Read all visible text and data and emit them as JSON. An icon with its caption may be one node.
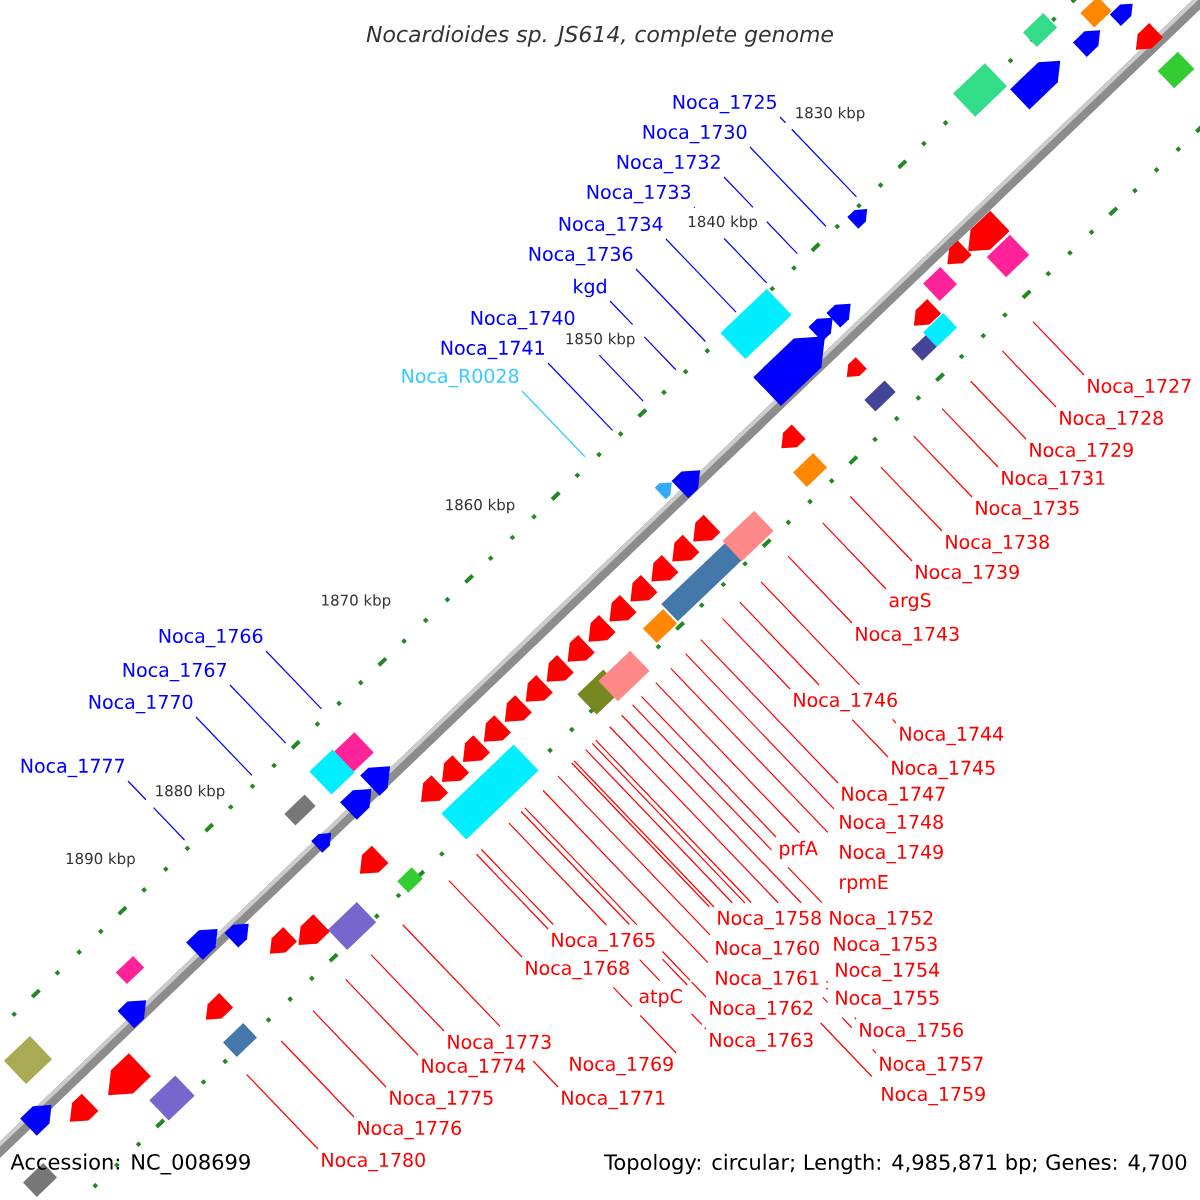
{
  "diagram": {
    "title": "*Nocardioides* sp. JS614, complete genome",
    "nodes": [
      {
        "text": [
          "Noca_1725"
        ]
      },
      {
        "text": [
          "Noca_1730"
        ]
      },
      {
        "text": [
          "Noca_1732"
        ]
      },
      {
        "text": [
          "Noca_1733"
        ]
      },
      {
        "text": [
          "Noca_1734"
        ]
      },
      {
        "text": [
          "Noca_1736"
        ]
      },
      {
        "text": [
          "kgd"
        ]
      },
      {
        "text": [
          "Noca_1740"
        ]
      },
      {
        "text": [
          "Noca_1741"
        ]
      },
      {
        "text": [
          "Noca_R0028"
        ]
      },
      {
        "text": [
          "Noca_1727"
        ]
      },
      {
        "text": [
          "Noca_1728"
        ]
      },
      {
        "text": [
          "Noca_1729"
        ]
      },
      {
        "text": [
          "Noca_1731"
        ]
      },
      {
        "text": [
          "Noca_1735"
        ]
      },
      {
        "text": [
          "Noca_1738"
        ]
      },
      {
        "text": [
          "Noca_1739"
        ]
      },
      {
        "text": [
          "argS"
        ]
      },
      {
        "text": [
          "Noca_1743"
        ]
      },
      {
        "text": [
          "Noca_1766"
        ]
      },
      {
        "text": [
          "Noca_1767"
        ]
      },
      {
        "text": [
          "Noca_1746"
        ]
      },
      {
        "text": [
          "Noca_1770"
        ]
      },
      {
        "text": [
          "Noca_1744"
        ]
      },
      {
        "text": [
          "Noca_1745"
        ]
      },
      {
        "text": [
          "Noca_1777"
        ]
      },
      {
        "text": [
          "Noca_1747"
        ]
      },
      {
        "text": [
          "Noca_1748"
        ]
      },
      {
        "text": [
          "prfA"
        ]
      },
      {
        "text": [
          "Noca_1749"
        ]
      },
      {
        "text": [
          "rpmE"
        ]
      },
      {
        "text": [
          "Noca_1758"
        ]
      },
      {
        "text": [
          "Noca_1752"
        ]
      },
      {
        "text": [
          "Noca_1765"
        ]
      },
      {
        "text": [
          "Noca_1760"
        ]
      },
      {
        "text": [
          "Noca_1753"
        ]
      },
      {
        "text": [
          "Noca_1768"
        ]
      },
      {
        "text": [
          "Noca_1761"
        ]
      },
      {
        "text": [
          "Noca_1754"
        ]
      },
      {
        "text": [
          "atpC"
        ]
      },
      {
        "text": [
          "Noca_1755"
        ]
      },
      {
        "text": [
          "Noca_1762"
        ]
      },
      {
        "text": [
          "Noca_1756"
        ]
      },
      {
        "text": [
          "Noca_1763"
        ]
      },
      {
        "text": [
          "Noca_1773"
        ]
      },
      {
        "text": [
          "Noca_1757"
        ]
      },
      {
        "text": [
          "Noca_1769"
        ]
      },
      {
        "text": [
          "Noca_1774"
        ]
      },
      {
        "text": [
          "Noca_1759"
        ]
      },
      {
        "text": [
          "Noca_1771"
        ]
      },
      {
        "text": [
          "Noca_1775"
        ]
      },
      {
        "text": [
          "Noca_1776"
        ]
      },
      {
        "text": [
          "Noca_1780"
        ]
      }
    ],
    "edges": [
      {
        "from": 0,
        "to": null,
        "arrow": "none",
        "color": "#0000ff"
      },
      {
        "from": 1,
        "to": null,
        "arrow": "none",
        "color": "#0000ff"
      },
      {
        "from": 2,
        "to": null,
        "arrow": "none",
        "color": "#0000ff"
      },
      {
        "from": 3,
        "to": null,
        "arrow": "none",
        "color": "#0000ff"
      },
      {
        "from": 4,
        "to": null,
        "arrow": "none",
        "color": "#0000ff"
      },
      {
        "from": 5,
        "to": null,
        "arrow": "none",
        "color": "#0000ff"
      },
      {
        "from": 6,
        "to": null,
        "arrow": "none",
        "color": "#0000ff"
      },
      {
        "from": 7,
        "to": null,
        "arrow": "none",
        "color": "#0000ff"
      },
      {
        "from": 8,
        "to": null,
        "arrow": "none",
        "color": "#0000ff"
      },
      {
        "from": 9,
        "to": null,
        "arrow": "none",
        "color": "#33ccff"
      },
      {
        "from": 10,
        "to": null,
        "arrow": "none"
      },
      {
        "from": 11,
        "to": null,
        "arrow": "none"
      },
      {
        "from": 12,
        "to": null,
        "arrow": "none"
      },
      {
        "from": 13,
        "to": null,
        "arrow": "none"
      },
      {
        "from": 14,
        "to": null,
        "arrow": "none"
      },
      {
        "from": 15,
        "to": null,
        "arrow": "none"
      },
      {
        "from": 16,
        "to": null,
        "arrow": "none"
      },
      {
        "from": 17,
        "to": null,
        "arrow": "none"
      },
      {
        "from": 18,
        "to": null,
        "arrow": "none"
      },
      {
        "from": 19,
        "to": null,
        "arrow": "none",
        "color": "#0000ff"
      },
      {
        "from": 20,
        "to": null,
        "arrow": "none",
        "color": "#0000ff"
      },
      {
        "from": 21,
        "to": null,
        "arrow": "none"
      },
      {
        "from": 22,
        "to": null,
        "arrow": "none",
        "color": "#0000ff"
      },
      {
        "from": 23,
        "to": null,
        "arrow": "none"
      },
      {
        "from": 24,
        "to": null,
        "arrow": "none"
      },
      {
        "from": 25,
        "to": null,
        "arrow": "none",
        "color": "#0000ff"
      },
      {
        "from": 26,
        "to": null,
        "arrow": "none"
      },
      {
        "from": 27,
        "to": null,
        "arrow": "none"
      },
      {
        "from": 28,
        "to": null,
        "arrow": "none"
      },
      {
        "from": 29,
        "to": null,
        "arrow": "none"
      },
      {
        "from": 30,
        "to": null,
        "arrow": "none"
      },
      {
        "from": 31,
        "to": null,
        "arrow": "none"
      },
      {
        "from": 32,
        "to": null,
        "arrow": "none"
      },
      {
        "from": 33,
        "to": null,
        "arrow": "none"
      },
      {
        "from": 34,
        "to": null,
        "arrow": "none"
      },
      {
        "from": 35,
        "to": null,
        "arrow": "none"
      },
      {
        "from": 36,
        "to": null,
        "arrow": "none"
      },
      {
        "from": 37,
        "to": null,
        "arrow": "none"
      },
      {
        "from": 38,
        "to": null,
        "arrow": "none"
      },
      {
        "from": 39,
        "to": null,
        "arrow": "none"
      },
      {
        "from": 40,
        "to": null,
        "arrow": "none"
      },
      {
        "from": 41,
        "to": null,
        "arrow": "none"
      },
      {
        "from": 42,
        "to": null,
        "arrow": "none"
      },
      {
        "from": 43,
        "to": null,
        "arrow": "none"
      },
      {
        "from": 44,
        "to": null,
        "arrow": "none"
      },
      {
        "from": 45,
        "to": null,
        "arrow": "none"
      },
      {
        "from": 46,
        "to": null,
        "arrow": "none"
      },
      {
        "from": 47,
        "to": null,
        "arrow": "none"
      },
      {
        "from": 48,
        "to": null,
        "arrow": "none"
      },
      {
        "from": 49,
        "to": null,
        "arrow": "none"
      },
      {
        "from": 50,
        "to": null,
        "arrow": "none"
      },
      {
        "from": 51,
        "to": null,
        "arrow": "none"
      },
      {
        "from": 52,
        "to": null,
        "arrow": "none"
      }
    ],
    "labels": [
      "1830 kbp",
      "1840 kbp",
      "1850 kbp",
      "1860 kbp",
      "1870 kbp",
      "1880 kbp",
      "1890 kbp",
      "Accession: NC_008699",
      "Topology: circular; Length: 4,985,871 bp; Genes: 4,700"
    ]
  }
}
